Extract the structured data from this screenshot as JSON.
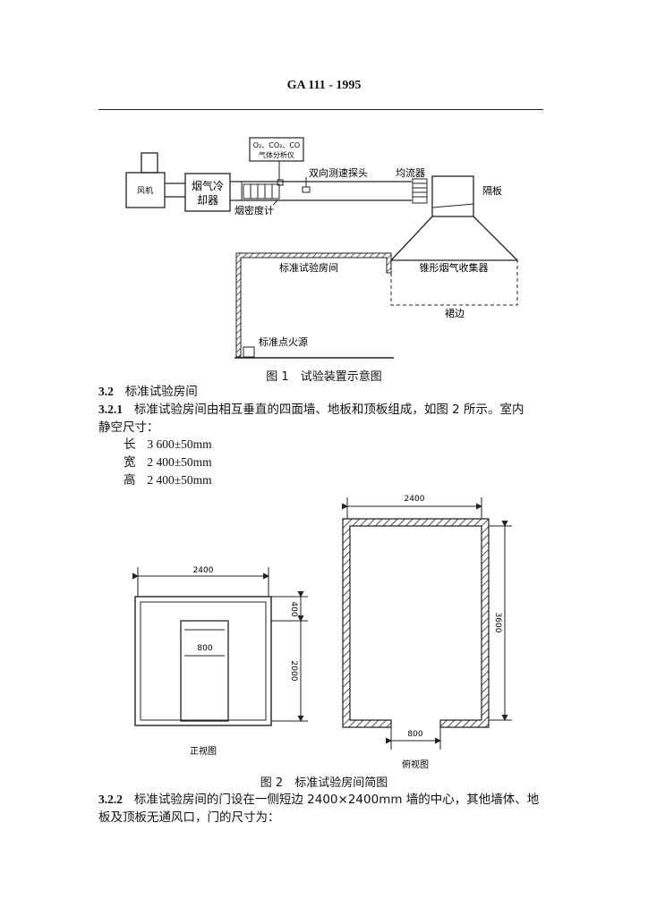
{
  "header": {
    "code": "GA 111 - 1995"
  },
  "figure1": {
    "caption": "图 1　试验装置示意图",
    "labels": {
      "fan": "风机",
      "cooler_1": "烟气冷",
      "cooler_2": "却器",
      "analyzer_1": "O₂、CO₂、CO",
      "analyzer_2": "气体分析仪",
      "probe": "双向测速探头",
      "equalizer": "均流器",
      "baffle": "隔板",
      "densitometer": "烟密度计",
      "room": "标准试验房间",
      "collector": "锥形烟气收集器",
      "skirt": "裙边",
      "ignition": "标准点火源"
    }
  },
  "section32": {
    "num": "3.2",
    "title": "标准试验房间",
    "p321_num": "3.2.1",
    "p321_line1": "标准试验房间由相互垂直的四面墙、地板和顶板组成，如图 2 所示。室内",
    "p321_line2": "静空尺寸：",
    "dims": [
      {
        "label": "长",
        "value": "3 600±50mm"
      },
      {
        "label": "宽",
        "value": "2 400±50mm"
      },
      {
        "label": "高",
        "value": "2 400±50mm"
      }
    ]
  },
  "figure2": {
    "caption": "图 2　标准试验房间简图",
    "front": {
      "title": "正视图",
      "width": "2400",
      "height": "2000",
      "top": "400",
      "door": "800"
    },
    "plan": {
      "title": "俯视图",
      "width": "2400",
      "length": "3600",
      "door": "800"
    }
  },
  "section322": {
    "num": "3.2.2",
    "line1": "标准试验房间的门设在一侧短边 2400×2400mm 墙的中心，其他墙体、地",
    "line2": "板及顶板无通风口，门的尺寸为："
  }
}
